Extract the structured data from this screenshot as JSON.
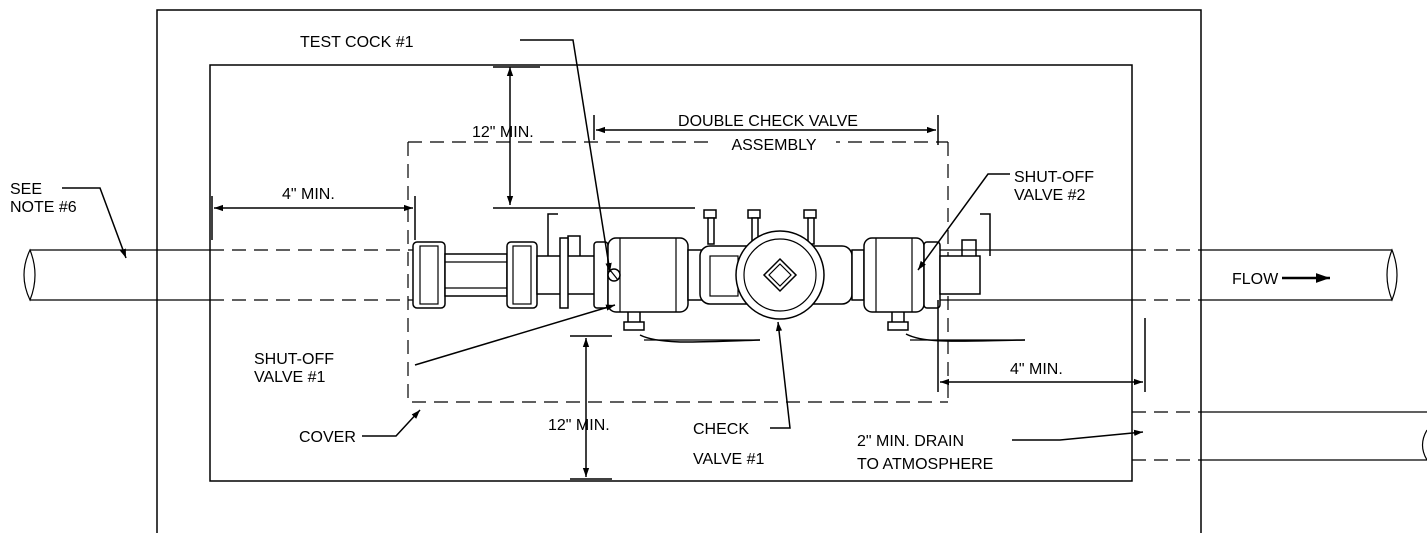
{
  "labels": {
    "see_note_1": "SEE",
    "see_note_2": "NOTE #6",
    "test_cock": "TEST COCK #1",
    "top_clearance": "12\" MIN.",
    "assembly_1": "DOUBLE CHECK VALVE",
    "assembly_2": "ASSEMBLY",
    "left_clearance": "4\" MIN.",
    "shutoff2_1": "SHUT-OFF",
    "shutoff2_2": "VALVE #2",
    "flow": "FLOW",
    "shutoff1_1": "SHUT-OFF",
    "shutoff1_2": "VALVE #1",
    "right_clearance": "4\" MIN.",
    "cover": "COVER",
    "bottom_clearance": "12\" MIN.",
    "check_1": "CHECK",
    "check_2": "VALVE #1",
    "drain_1": "2\" MIN. DRAIN",
    "drain_2": "TO ATMOSPHERE"
  }
}
